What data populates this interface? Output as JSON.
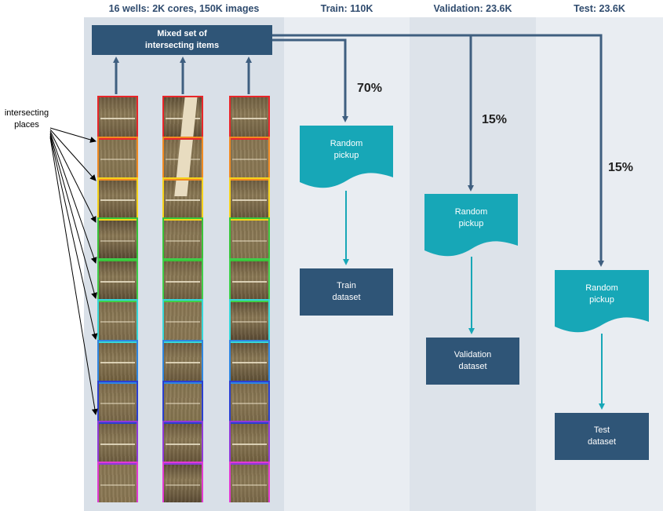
{
  "headers": {
    "wells": "16 wells: 2K cores, 150K images",
    "train": "Train: 110K",
    "validation": "Validation: 23.6K",
    "test": "Test: 23.6K"
  },
  "mixed_box": "Mixed set  of\nintersecting items",
  "intersecting_label": "intersecting\nplaces",
  "splits": [
    {
      "percent": "70%",
      "pickup": "Random\npickup",
      "dataset": "Train\ndataset"
    },
    {
      "percent": "15%",
      "pickup": "Random\npickup",
      "dataset": "Validation\ndataset"
    },
    {
      "percent": "15%",
      "pickup": "Random\npickup",
      "dataset": "Test\ndataset"
    }
  ],
  "colors": {
    "header_text": "#2f4b6e",
    "dark_box": "#2f5577",
    "teal": "#17a7b7",
    "arrow_dark": "#3f5f80",
    "bg_first": "#d9e0e8",
    "bg_train": "#e9edf2",
    "bg_validation": "#dde3ea",
    "bg_test": "#e9edf2",
    "rainbow": [
      "#e8262a",
      "#f08a22",
      "#f5d21b",
      "#39c43a",
      "#3fcf4a",
      "#36d7d8",
      "#2f86e0",
      "#2b3fd0",
      "#8f3ad8",
      "#e23ad2"
    ]
  }
}
